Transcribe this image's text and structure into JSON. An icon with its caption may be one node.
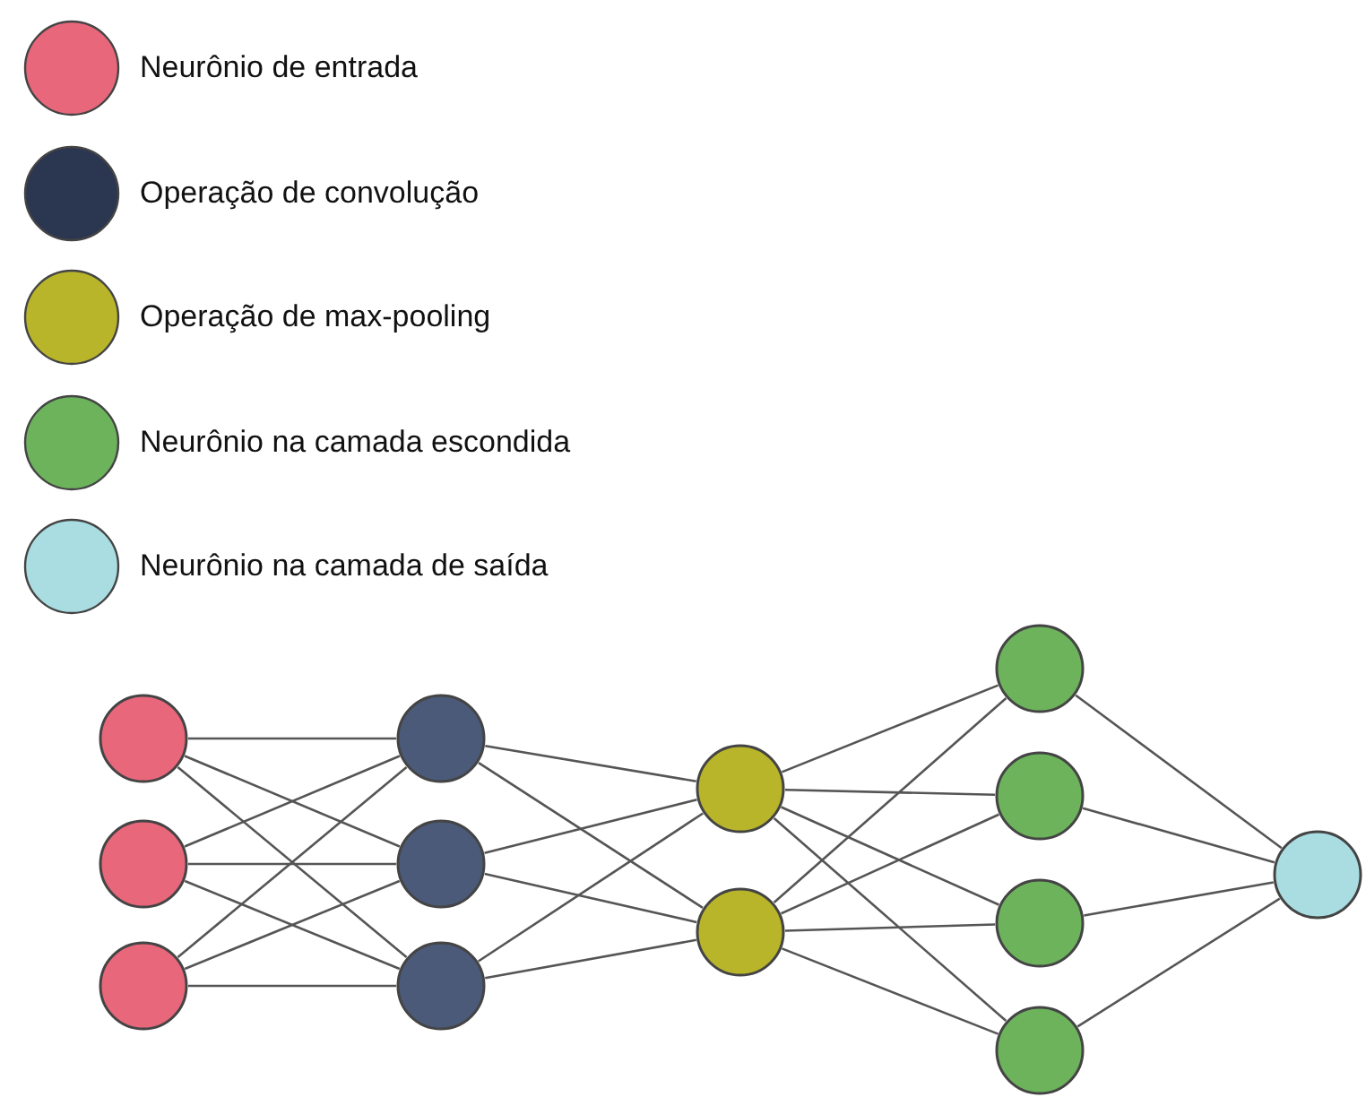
{
  "diagram": {
    "nodes": [
      {
        "text": [],
        "shape": "circle"
      },
      {
        "text": [],
        "shape": "circle"
      },
      {
        "text": [],
        "shape": "circle"
      },
      {
        "text": [],
        "shape": "circle"
      },
      {
        "text": [],
        "shape": "circle"
      },
      {
        "text": [],
        "shape": "circle"
      },
      {
        "text": [],
        "shape": "circle"
      },
      {
        "text": [],
        "shape": "circle"
      },
      {
        "text": [],
        "shape": "circle"
      },
      {
        "text": [],
        "shape": "circle"
      },
      {
        "text": [],
        "shape": "circle"
      },
      {
        "text": [],
        "shape": "circle"
      },
      {
        "text": [],
        "shape": "circle"
      }
    ],
    "edges": [
      {
        "from": 0,
        "to": 3,
        "arrow": "none"
      },
      {
        "from": 0,
        "to": 4,
        "arrow": "none"
      },
      {
        "from": 0,
        "to": 5,
        "arrow": "none"
      },
      {
        "from": 1,
        "to": 3,
        "arrow": "none"
      },
      {
        "from": 1,
        "to": 4,
        "arrow": "none"
      },
      {
        "from": 1,
        "to": 5,
        "arrow": "none"
      },
      {
        "from": 2,
        "to": 3,
        "arrow": "none"
      },
      {
        "from": 2,
        "to": 4,
        "arrow": "none"
      },
      {
        "from": 2,
        "to": 5,
        "arrow": "none"
      },
      {
        "from": 3,
        "to": 6,
        "arrow": "none"
      },
      {
        "from": 3,
        "to": 7,
        "arrow": "none"
      },
      {
        "from": 4,
        "to": 6,
        "arrow": "none"
      },
      {
        "from": 4,
        "to": 7,
        "arrow": "none"
      },
      {
        "from": 5,
        "to": 6,
        "arrow": "none"
      },
      {
        "from": 5,
        "to": 7,
        "arrow": "none"
      },
      {
        "from": 6,
        "to": 8,
        "arrow": "none"
      },
      {
        "from": 6,
        "to": 9,
        "arrow": "none"
      },
      {
        "from": 6,
        "to": 10,
        "arrow": "none"
      },
      {
        "from": 6,
        "to": 11,
        "arrow": "none"
      },
      {
        "from": 7,
        "to": 8,
        "arrow": "none"
      },
      {
        "from": 7,
        "to": 9,
        "arrow": "none"
      },
      {
        "from": 7,
        "to": 10,
        "arrow": "none"
      },
      {
        "from": 7,
        "to": 11,
        "arrow": "none"
      },
      {
        "from": 8,
        "to": 12,
        "arrow": "none"
      },
      {
        "from": 9,
        "to": 12,
        "arrow": "none"
      },
      {
        "from": 10,
        "to": 12,
        "arrow": "none"
      },
      {
        "from": 11,
        "to": 12,
        "arrow": "none"
      }
    ],
    "legend": [
      {
        "text": "Neurônio de entrada",
        "color": "#e8677a"
      },
      {
        "text": "Operação de convolução",
        "color": "#2b3650"
      },
      {
        "text": "Operação de max-pooling",
        "color": "#b9b52a"
      },
      {
        "text": "Neurônio na camada escondida",
        "color": "#6cb35c"
      },
      {
        "text": "Neurônio na camada de saída",
        "color": "#a9dde2"
      }
    ]
  }
}
